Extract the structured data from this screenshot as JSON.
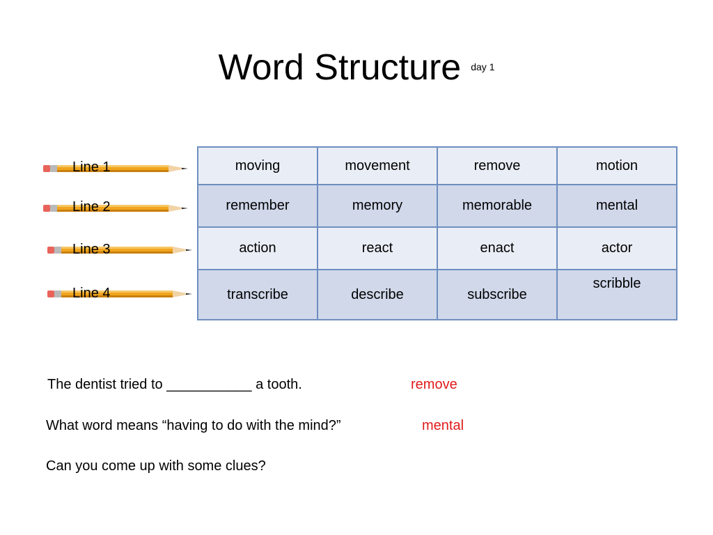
{
  "title": {
    "main": "Word Structure",
    "sub": "day 1"
  },
  "lines": [
    "Line 1",
    "Line 2",
    "Line 3",
    "Line 4"
  ],
  "pencil_icon": "pencil-icon",
  "table": {
    "rows": [
      [
        "moving",
        "movement",
        "remove",
        "motion"
      ],
      [
        "remember",
        "memory",
        "memorable",
        "mental"
      ],
      [
        "action",
        "react",
        "enact",
        "actor"
      ],
      [
        "transcribe",
        "describe",
        "subscribe",
        "scribble"
      ]
    ]
  },
  "questions": [
    {
      "text": "The dentist tried to ___________ a tooth.",
      "answer": "remove"
    },
    {
      "text": "What word means “having to do with the mind?”",
      "answer": "mental"
    },
    {
      "text": "Can you come up with some clues?"
    }
  ],
  "colors": {
    "answer": "#e11b1b",
    "table_border": "#6d8ebf",
    "row_light": "#e9edf5",
    "row_dark": "#d0d8ea",
    "pencil_body": "#f0a51e"
  }
}
